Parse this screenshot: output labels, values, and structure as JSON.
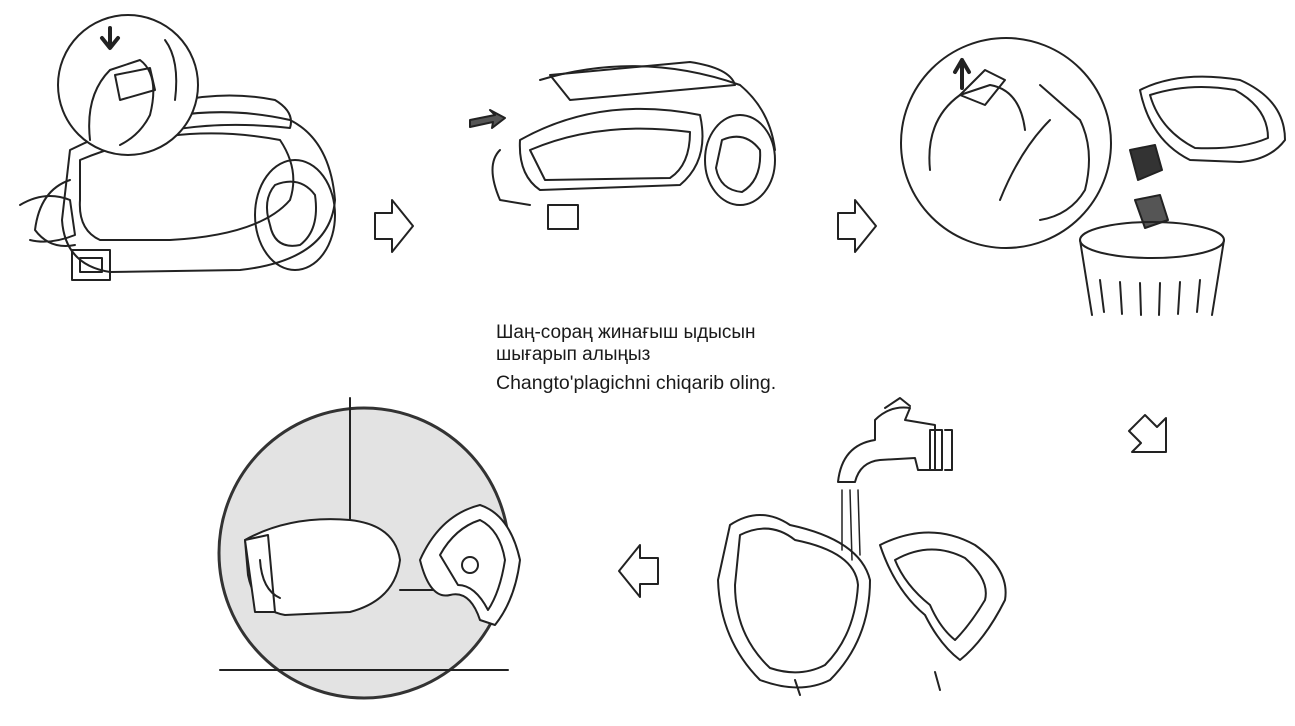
{
  "caption": {
    "kazakh_line1": "Шаң-сораң жинағыш ыдысын",
    "kazakh_line2": "шығарып алыңыз",
    "uzbek": "Changto'plagichni chiqarib oling."
  }
}
